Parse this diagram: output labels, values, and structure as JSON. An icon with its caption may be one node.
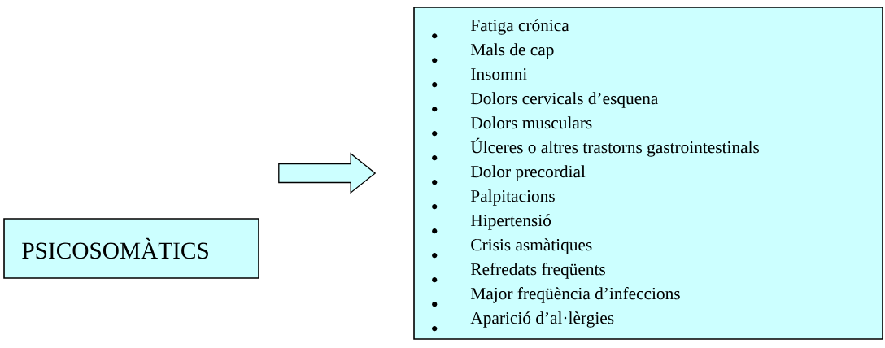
{
  "diagram": {
    "nodes": [
      {
        "text": [
          "PSICOSOMÀTICS"
        ]
      },
      {
        "text": [
          "Fatiga crónica",
          "Mals de cap",
          "Insomni",
          "Dolors cervicals d’esquena",
          "Dolors musculars",
          "Úlceres o altres trastorns gastrointestinals",
          "Dolor precordial",
          "Palpitacions",
          "Hipertensió",
          "Crisis asmàtiques",
          "Refredats freqüents",
          "Major freqüència d’infeccions",
          "Aparició d’al·lèrgies"
        ]
      }
    ],
    "edges": [
      {
        "from": 0,
        "to": 1,
        "arrow": "to"
      }
    ]
  }
}
